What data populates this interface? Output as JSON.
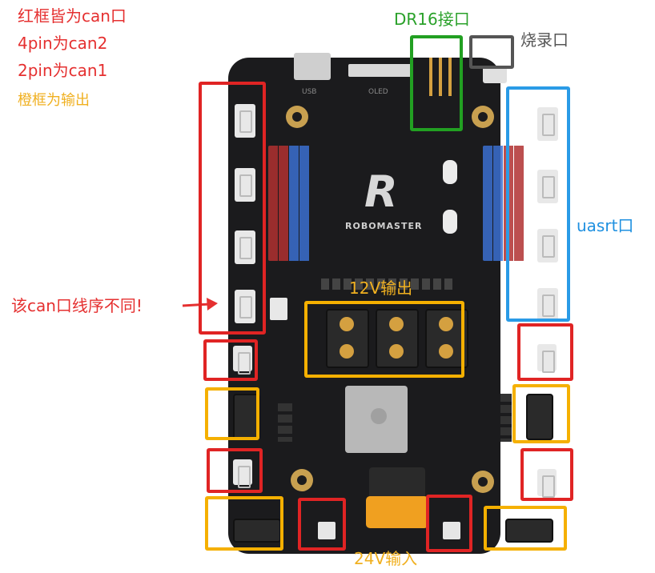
{
  "annotations": {
    "legend_line1": "红框皆为can口",
    "legend_line2": "4pin为can2",
    "legend_line3": "2pin为can1",
    "legend_line4": "橙框为输出",
    "dr16": "DR16接口",
    "burn": "烧录口",
    "uart": "uasrt口",
    "can_note": "该can口线序不同!",
    "out12": "12V输出",
    "in24": "24V输入"
  },
  "board": {
    "brand": "ROBOMASTER",
    "silkscreen_usb": "USB",
    "silkscreen_oled": "OLED"
  },
  "colors": {
    "red": "#e02424",
    "orange": "#f5b000",
    "green": "#22a022",
    "blue": "#2a9be6",
    "board": "#1b1b1d"
  }
}
